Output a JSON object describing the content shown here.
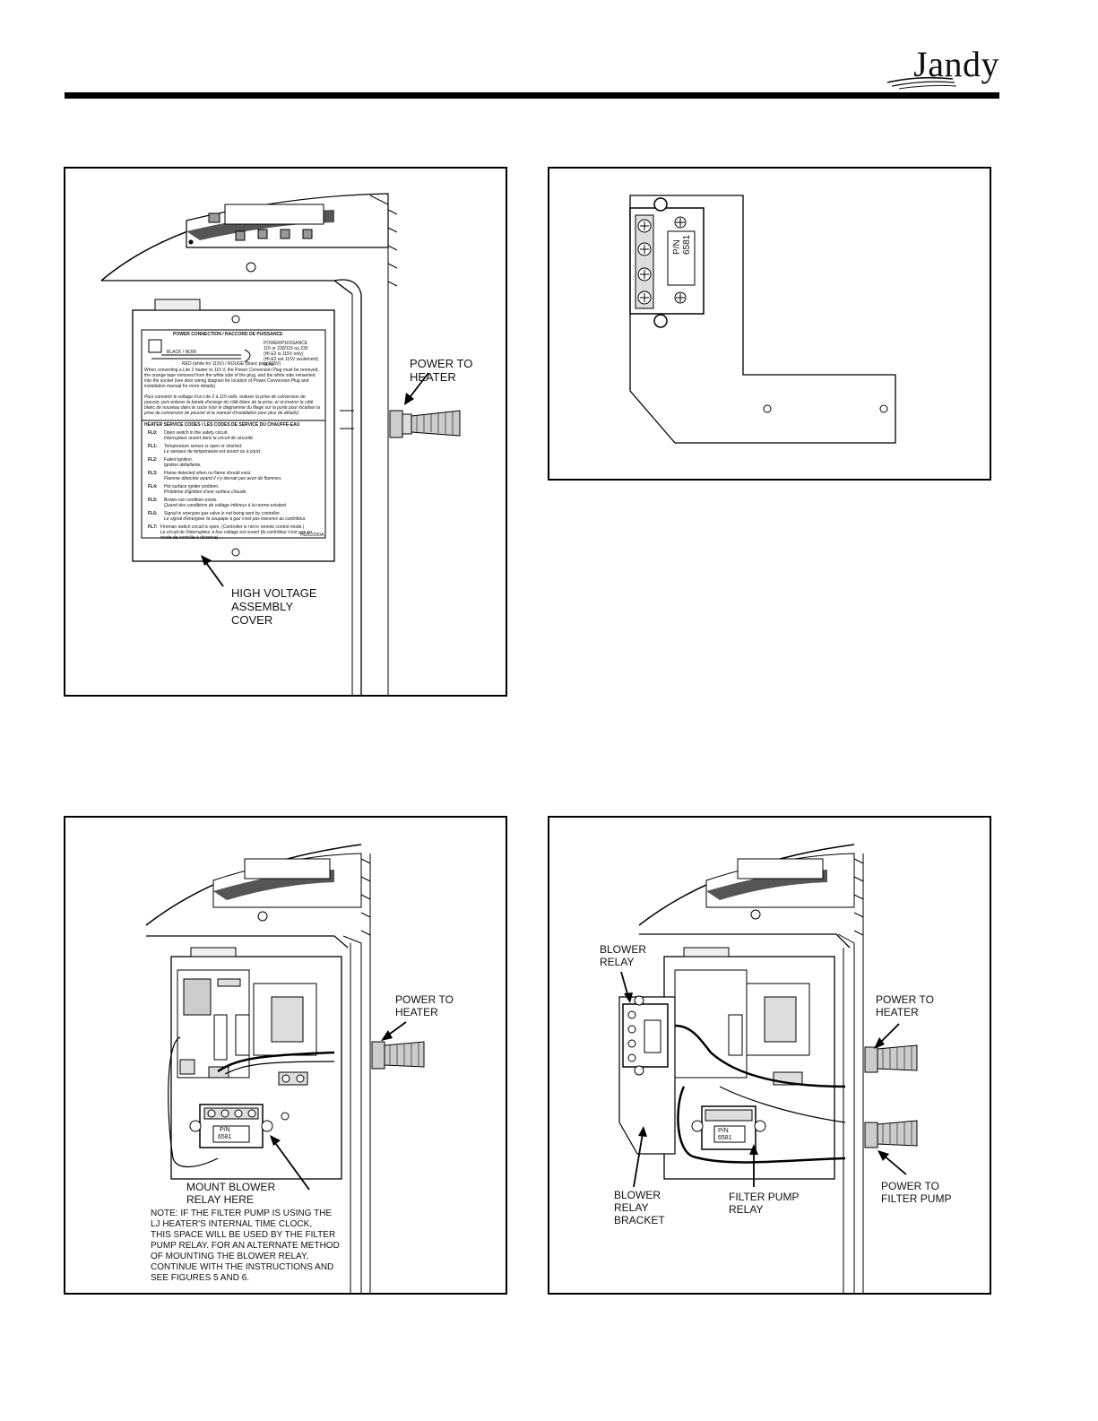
{
  "brand": {
    "name": "Jandy"
  },
  "panel1": {
    "labels": {
      "power_to_heater": "POWER TO\nHEATER",
      "hv_cover": "HIGH VOLTAGE\nASSEMBLY\nCOVER"
    },
    "card": {
      "title": "POWER CONNECTION / RACCORD DE PUISSANCE",
      "black": "BLACK / NOIR",
      "red": "RED (white for 115V) / ROUGE (blanc pour 115V)",
      "power": "POWER/PUISSANCE\n115 or 230/115 ou 230\n(HI-E2 is 115V only)\n(HI-E2 est 115V seulement)\n60Hz",
      "note_en": "When converting a Lite 2 heater to 115 V, the Power Conversion Plug must be removed, the orange tape removed from the white side of the plug, and the white side reinserted into the socket (see door wiring diagram for location of Power Conversion Plug and installation manual for more details).",
      "note_fr": "Pour convertir le voltage d'un Lite 2 à 115 volts, enlever la prise de conversion de pouvoir, puis enlever la bande d'orange du côté blanc de la prise, et ré-insérer le côté blanc de nouveau dans le socle (voir le diagramme du filage sur la porte pour localiser la prise de conversion de pouvoir et le manuel d'installation pour plus de détails).",
      "codes_title": "HEATER SERVICE CODES / LES CODES DE SERVICE DU CHAUFFE-EAU",
      "codes": [
        {
          "code": "FL0:",
          "en": "Open switch in the safety circuit.",
          "fr": "Interrupteur ouvert dans le circuit de sécurité."
        },
        {
          "code": "FL1:",
          "en": "Temperature sensor is open or shorted.",
          "fr": "Le senseur de température est ouvert ou à court."
        },
        {
          "code": "FL2:",
          "en": "Failed ignition.",
          "fr": "Ignition défaillante."
        },
        {
          "code": "FL3:",
          "en": "Flame detected when no flame should exist.",
          "fr": "Flamme détectée quand il n'y devrait pas avoir de flammes."
        },
        {
          "code": "FL4:",
          "en": "Hot surface igniter problem.",
          "fr": "Problème d'ignition d'une surface chaude."
        },
        {
          "code": "FL5:",
          "en": "Brown-out condition exists.",
          "fr": "Quand des conditions de voltage inférieur à la norme existent."
        },
        {
          "code": "FL6:",
          "en": "Signal to energize gas valve is not being sent by controller.",
          "fr": "Le signal d'énergiser la soupape à gaz n'est pas transmis au contrôleur."
        },
        {
          "code": "FL7:",
          "en": "Fireman switch circuit is open. (Controller is not in remote control mode.)",
          "fr": "Le circuit de l'interrupteur à bas voltage est ouvert (le contrôleur n'est pas en mode de contrôle à distance)."
        }
      ],
      "part_no": "H0262200A"
    }
  },
  "panel2": {
    "relay_pn": "P/N\n6581"
  },
  "panel3": {
    "labels": {
      "power_to_heater": "POWER TO\nHEATER",
      "mount": "MOUNT BLOWER\nRELAY HERE",
      "note": "NOTE: IF THE FILTER PUMP IS USING THE\nLJ HEATER'S INTERNAL TIME CLOCK,\nTHIS SPACE WILL BE USED BY THE FILTER\nPUMP RELAY. FOR AN ALTERNATE METHOD\nOF MOUNTING THE BLOWER RELAY,\nCONTINUE WITH THE INSTRUCTIONS AND\nSEE FIGURES 5 AND 6."
    },
    "relay_pn": "P/N\n6581"
  },
  "panel4": {
    "labels": {
      "blower_relay": "BLOWER\nRELAY",
      "power_to_heater": "POWER TO\nHEATER",
      "power_to_filter_pump": "POWER TO\nFILTER PUMP",
      "bracket": "BLOWER\nRELAY\nBRACKET",
      "filter_pump_relay": "FILTER PUMP\nRELAY"
    },
    "relay_pn": "P/N\n6581"
  }
}
